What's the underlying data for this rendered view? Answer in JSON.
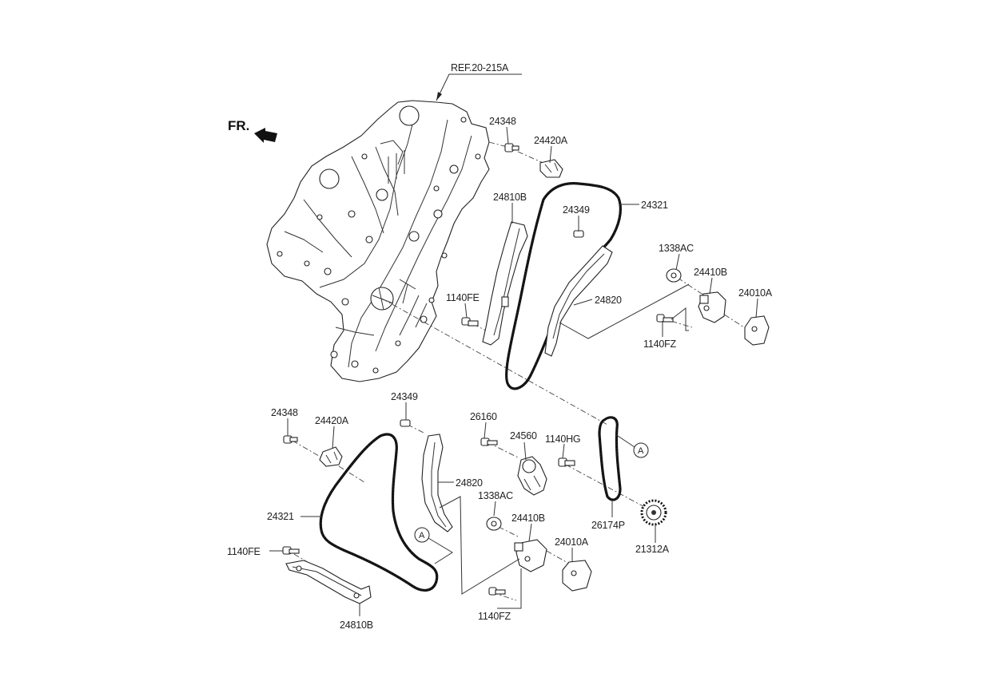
{
  "diagram": {
    "ref_label": "REF.20-215A",
    "front_indicator": "FR.",
    "ref_circle_label": "A",
    "upper_labels": {
      "bolt_24348": "24348",
      "bracket_24420A": "24420A",
      "guide_24810B": "24810B",
      "chain_24321": "24321",
      "pin_24349": "24349",
      "washer_1338AC": "1338AC",
      "tensioner_24410B": "24410B",
      "cover_24010A": "24010A",
      "arm_24820": "24820",
      "bolt_1140FE": "1140FE",
      "bolt_1140FZ": "1140FZ"
    },
    "lower_labels": {
      "bolt_24348": "24348",
      "bracket_24420A": "24420A",
      "pin_24349": "24349",
      "chain_24321": "24321",
      "arm_24820": "24820",
      "bolt_1140FE": "1140FE",
      "guide_24810B": "24810B",
      "bolt_26160": "26160",
      "pulley_24560": "24560",
      "bolt_1140HG": "1140HG",
      "washer_1338AC": "1338AC",
      "tensioner_24410B": "24410B",
      "cover_24010A": "24010A",
      "bolt_1140FZ": "1140FZ",
      "chain_26174P": "26174P",
      "sprocket_21312A": "21312A"
    }
  }
}
